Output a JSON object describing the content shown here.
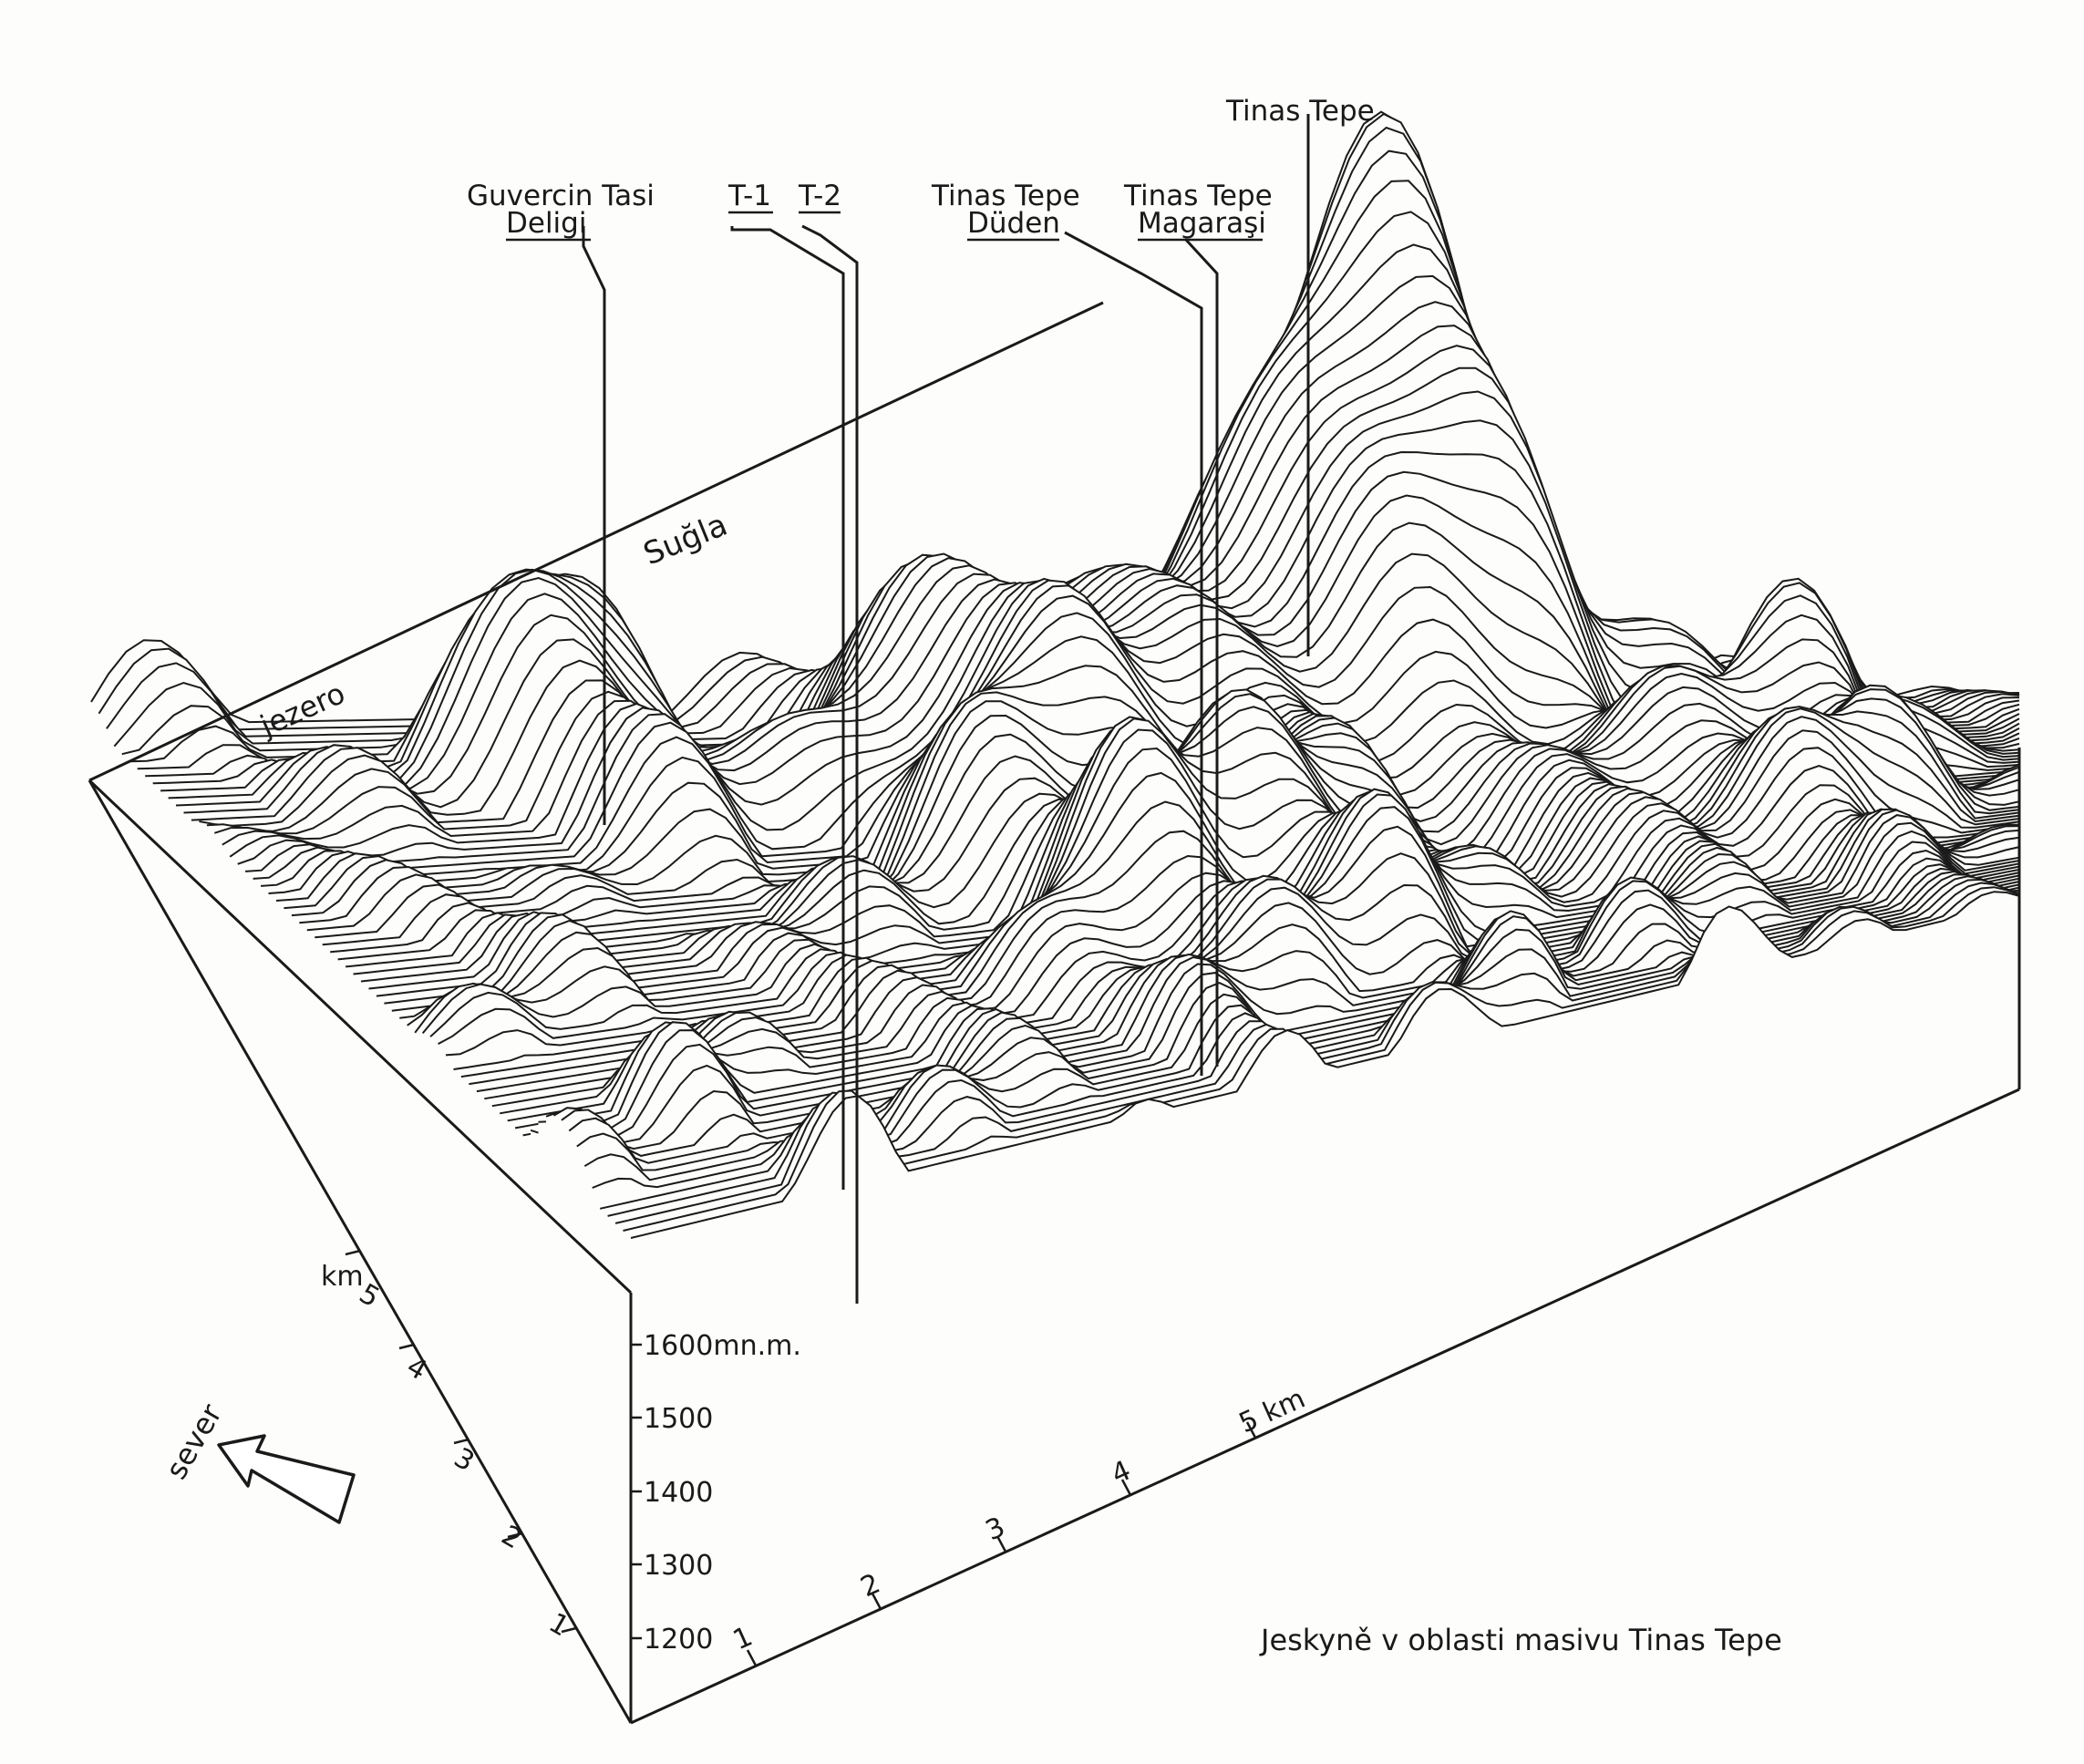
{
  "caption": "Jeskyně v oblasti masivu Tinas Tepe",
  "places": {
    "suhla": "Suğla",
    "jezero": "jezero"
  },
  "caves": {
    "guvercin_line1": "Guvercin Tasi",
    "guvercin_line2": "Deligi",
    "t1": "T-1",
    "t2": "T-2",
    "duden_line1": "Tinas Tepe",
    "duden_line2": "Düden",
    "magarasi_line1": "Tinas Tepe",
    "magarasi_line2": "Magaraşi",
    "summit": "Tinas Tepe"
  },
  "north_arrow": {
    "label": "sever",
    "icon": "north-arrow-icon"
  },
  "elevation_axis": {
    "ticks": [
      "1600mn.m.",
      "1500",
      "1400",
      "1300",
      "1200"
    ]
  },
  "x_axis": {
    "ticks": [
      "1",
      "2",
      "3",
      "4",
      "5 km"
    ]
  },
  "y_axis": {
    "ticks": [
      "1",
      "2",
      "3",
      "4",
      "5"
    ],
    "unit": "km"
  }
}
